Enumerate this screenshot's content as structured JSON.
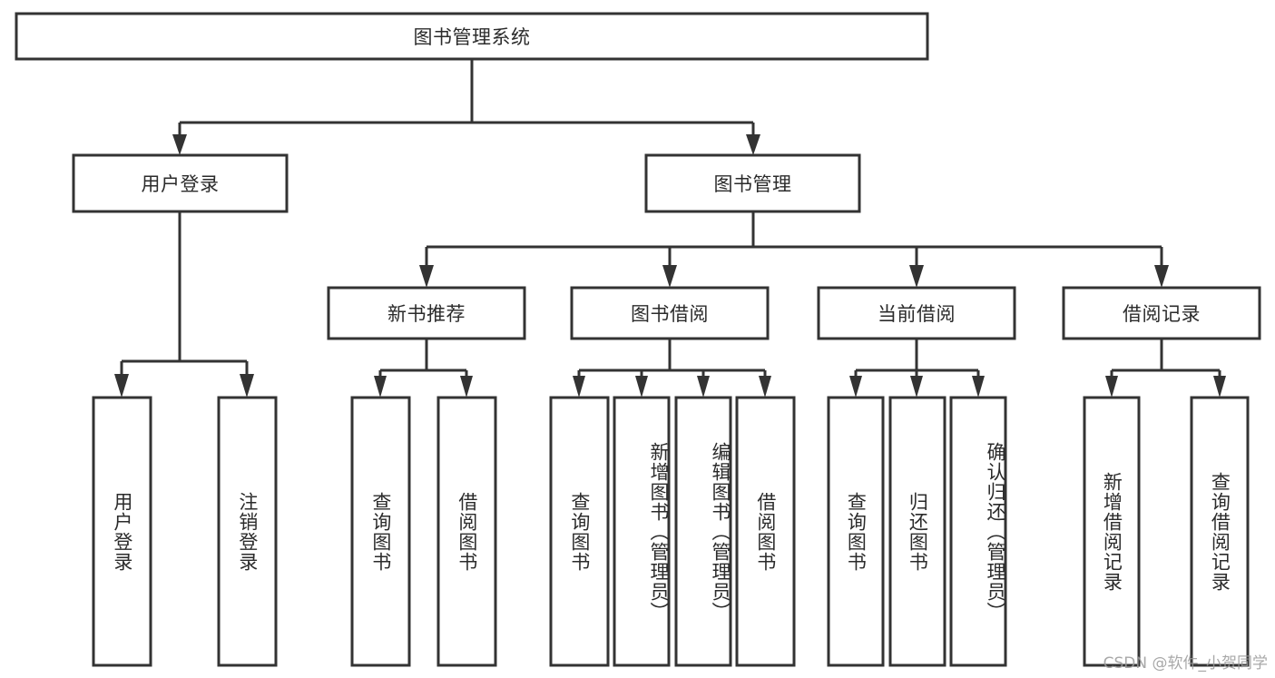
{
  "diagram": {
    "title": "图书管理系统",
    "type": "tree",
    "orientation": "top-down",
    "colors": {
      "stroke": "#333333",
      "fill": "#ffffff",
      "text": "#2b2b2b",
      "background": "#ffffff",
      "watermark": "#9a9a9a"
    },
    "root": {
      "label": "图书管理系统"
    },
    "level2": [
      {
        "label": "用户登录"
      },
      {
        "label": "图书管理"
      }
    ],
    "level3": [
      {
        "label": "新书推荐"
      },
      {
        "label": "图书借阅"
      },
      {
        "label": "当前借阅"
      },
      {
        "label": "借阅记录"
      }
    ],
    "leaves": {
      "user_login": [
        {
          "label": "用户登录"
        },
        {
          "label": "注销登录"
        }
      ],
      "new_book_recommend": [
        {
          "label": "查询图书"
        },
        {
          "label": "借阅图书"
        }
      ],
      "book_borrow": [
        {
          "label": "查询图书"
        },
        {
          "label": "新增图书（管理员）"
        },
        {
          "label": "编辑图书（管理员）"
        },
        {
          "label": "借阅图书"
        }
      ],
      "current_borrow": [
        {
          "label": "查询图书"
        },
        {
          "label": "归还图书"
        },
        {
          "label": "确认归还（管理员）"
        }
      ],
      "borrow_record": [
        {
          "label": "新增借阅记录"
        },
        {
          "label": "查询借阅记录"
        }
      ]
    }
  },
  "watermark": {
    "text": "CSDN @软件_小贺同学"
  }
}
